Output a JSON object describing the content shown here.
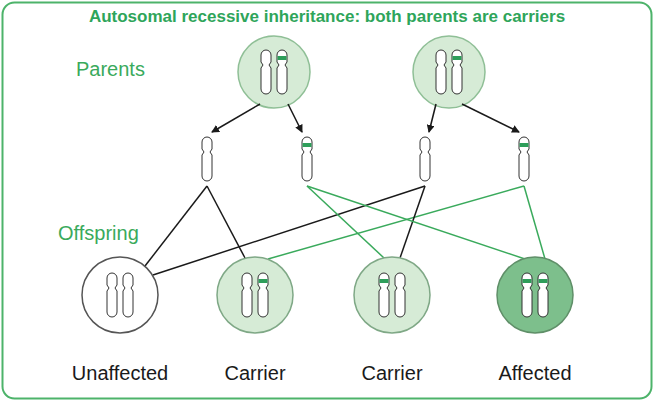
{
  "diagram": {
    "title": "Autosomal recessive inheritance: both parents are carriers",
    "nodes": [
      {
        "text": [
          "Unaffected"
        ]
      },
      {
        "text": [
          "Carrier"
        ]
      },
      {
        "text": [
          "Carrier"
        ]
      },
      {
        "text": [
          "Affected"
        ]
      }
    ],
    "labels": [
      "Parents",
      "Offspring"
    ]
  }
}
